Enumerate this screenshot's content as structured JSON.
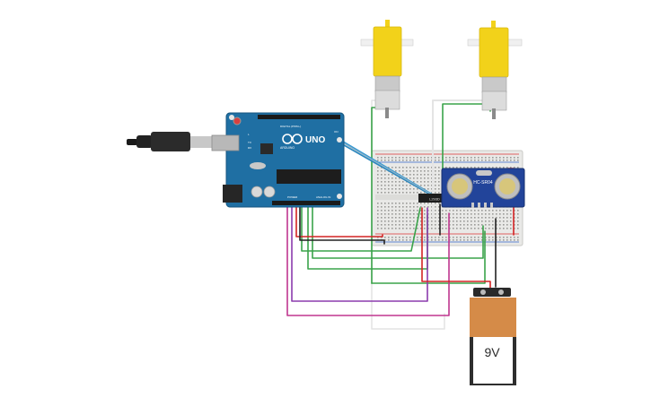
{
  "arduino": {
    "brand": "UNO",
    "sub_brand": "ARDUINO",
    "power_header": "POWER",
    "analog_header": "ANALOG IN",
    "digital_header": "DIGITAL (PWM~)",
    "tx_label": "TX",
    "rx_label": "RX",
    "l_label": "L",
    "on_label": "ON"
  },
  "sensor": {
    "label": "HC-SR04"
  },
  "driver_chip": {
    "label": "L293D"
  },
  "battery": {
    "label": "9V"
  },
  "colors": {
    "arduino_board": "#1f6fa3",
    "breadboard": "#e9e9e7",
    "motor_body": "#f2d21a",
    "sensor_board": "#22449a",
    "battery_top": "#d58b48",
    "battery_bottom": "#2e2e2e",
    "wire_green": "#3aa34a",
    "wire_purple": "#8c3bad",
    "wire_magenta": "#c0368f",
    "wire_red": "#d42424",
    "wire_black": "#222222",
    "wire_blue": "#3497d1",
    "wire_white": "#e4e4e4"
  }
}
